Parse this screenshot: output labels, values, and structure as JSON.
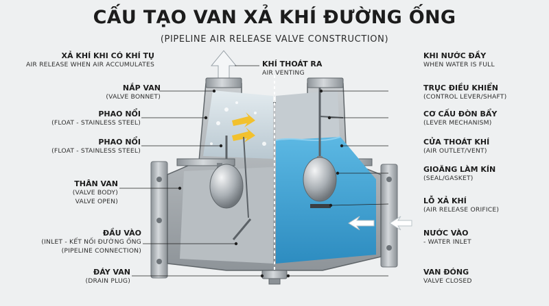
{
  "title": "CẤU TẠO VAN XẢ KHÍ ĐƯỜNG ỐNG",
  "subtitle": "(PIPELINE AIR RELEASE VALVE CONSTRUCTION)",
  "top_left_state": {
    "title": "XẢ KHÍ KHI CÓ KHÍ TỤ",
    "desc": "AIR RELEASE WHEN AIR ACCUMULATES"
  },
  "top_center": {
    "title": "KHÍ THOÁT RA",
    "desc": "AIR VENTING"
  },
  "top_right_state": {
    "title": "KHI NƯỚC ĐẦY",
    "desc": "WHEN WATER IS FULL"
  },
  "left_labels": [
    {
      "title": "NẮP VAN",
      "lines": [
        "(VALVE BONNET)"
      ]
    },
    {
      "title": "PHAO NỔI",
      "lines": [
        "(FLOAT - STAINLESS STEEL)"
      ]
    },
    {
      "title": "PHAO NỔI",
      "lines": [
        "(FLOAT - STAINLESS STEEL)"
      ]
    },
    {
      "title": "THÂN VAN",
      "lines": [
        "(VALVE BODY)",
        "VALVE OPEN)"
      ]
    },
    {
      "title": "ĐẦU VÀO",
      "lines": [
        "(INLET - KẾT NỐI ĐƯỜNG ỐNG",
        "(PIPELINE CONNECTION)"
      ]
    },
    {
      "title": "ĐÁY VAN",
      "lines": [
        "(DRAIN PLUG)"
      ]
    }
  ],
  "right_labels": [
    {
      "title": "TRỤC ĐIỀU KHIỂN",
      "lines": [
        "(CONTROL LEVER/SHAFT)"
      ]
    },
    {
      "title": "CƠ CẤU ĐÒN BẨY",
      "lines": [
        "(LEVER MECHANISM)"
      ]
    },
    {
      "title": "CỬA THOÁT KHÍ",
      "lines": [
        "(AIR OUTLET/VENT)"
      ]
    },
    {
      "title": "GIOĂNG LÀM KÍN",
      "lines": [
        "(SEAL/GASKET)"
      ]
    },
    {
      "title": "LỖ XẢ KHÍ",
      "lines": [
        "(AIR RELEASE ORIFICE)"
      ]
    },
    {
      "title": "NƯỚC VÀO",
      "lines": [
        "- WATER INLET"
      ]
    },
    {
      "title": "VAN ĐÓNG",
      "lines": [
        "VALVE CLOSED"
      ]
    }
  ],
  "colors": {
    "steel": "#a9afb4",
    "water": "#3fa6d6",
    "air": "#cfd9df",
    "arrow": "#f2c12e"
  }
}
